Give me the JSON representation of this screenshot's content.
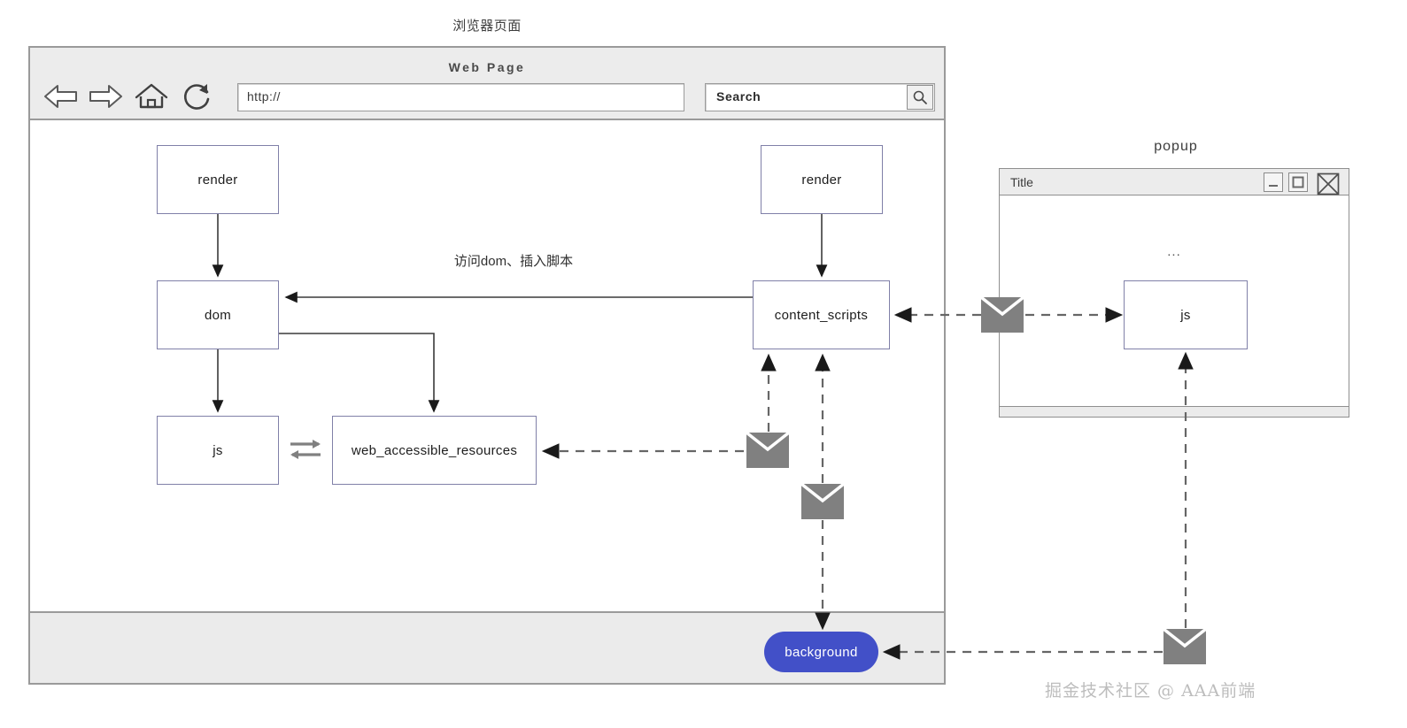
{
  "diagram": {
    "title": "浏览器页面",
    "watermark": "掘金技术社区 @ AAA前端"
  },
  "browser": {
    "page_label": "Web Page",
    "address": {
      "value": "http://"
    },
    "search": {
      "value": "Search",
      "icon": "magnifier-icon"
    },
    "nav": {
      "back": "back-arrow-icon",
      "forward": "forward-arrow-icon",
      "home": "home-icon",
      "reload": "reload-icon"
    }
  },
  "popup": {
    "caption": "popup",
    "title": "Title",
    "dots": "...",
    "controls": {
      "minimize": "minimize-icon",
      "maximize": "maximize-icon",
      "close": "close-icon"
    },
    "nodes": {
      "js": "js"
    }
  },
  "nodes": {
    "render_left": "render",
    "render_right": "render",
    "dom": "dom",
    "js": "js",
    "web_accessible_resources": "web_accessible_resources",
    "content_scripts": "content_scripts",
    "background": "background"
  },
  "edges": {
    "dom_access_label": "访问dom、插入脚本"
  },
  "colors": {
    "node_border": "#8080a8",
    "background_pill": "#4250c8",
    "envelope": "#808080",
    "frame": "#9a9a9a",
    "chrome": "#ececec",
    "bottom_bar": "#ebebeb"
  }
}
